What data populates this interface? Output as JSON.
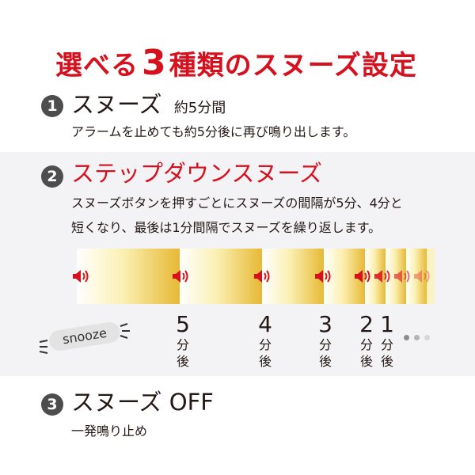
{
  "title": {
    "prefix": "選べる",
    "number": "3",
    "suffix": "種類のスヌーズ設定"
  },
  "item1": {
    "badge": "1",
    "name": "スヌーズ",
    "sub": "約5分間",
    "desc": "アラームを止めても約5分後に再び鳴り出します。"
  },
  "item2": {
    "badge": "2",
    "name": "ステップダウンスヌーズ",
    "desc1": "スヌーズボタンを押すごとにスヌーズの間隔が5分、4分と",
    "desc2": "短くなり、最後は1分間隔でスヌーズを繰り返します。",
    "snooze_label": "snooze",
    "intervals": [
      {
        "num": "5",
        "unit1": "分",
        "unit2": "後"
      },
      {
        "num": "4",
        "unit1": "分",
        "unit2": "後"
      },
      {
        "num": "3",
        "unit1": "分",
        "unit2": "後"
      },
      {
        "num": "2",
        "unit1": "分",
        "unit2": "後"
      },
      {
        "num": "1",
        "unit1": "分",
        "unit2": "後"
      }
    ]
  },
  "item3": {
    "badge": "3",
    "name": "スヌーズ OFF",
    "desc": "一発鳴り止め"
  },
  "colors": {
    "accent": "#d7101e",
    "badge": "#4d4d4d",
    "panel": "#f3f3f5"
  },
  "icons": {
    "speaker": "speaker-sound-icon",
    "dots": "ellipsis-dots-icon"
  }
}
